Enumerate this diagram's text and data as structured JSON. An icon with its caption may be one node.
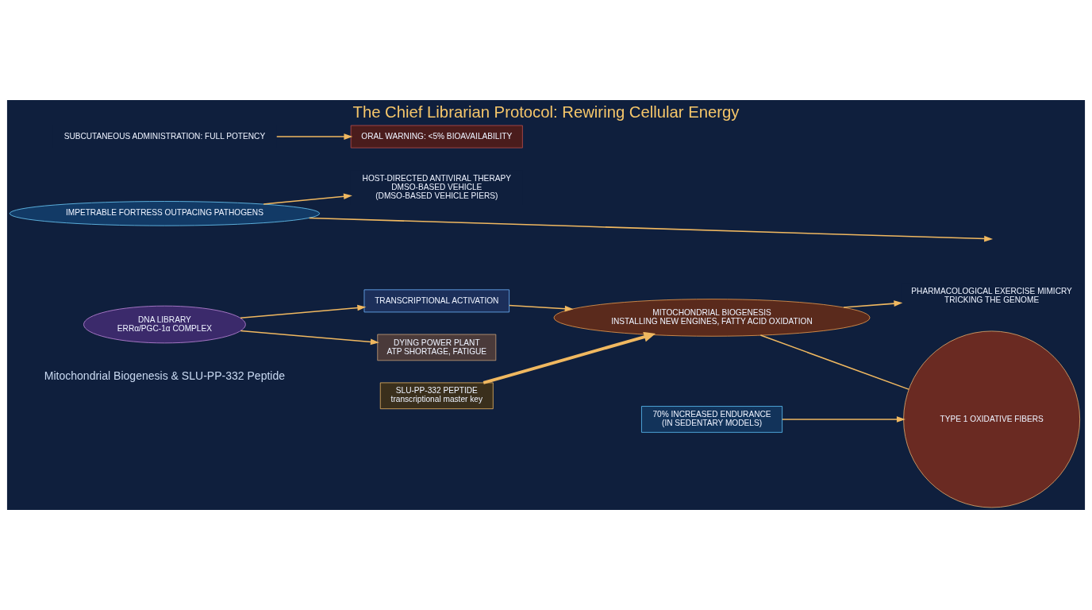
{
  "diagram": {
    "title": "The Chief Librarian Protocol: Rewiring Cellular Energy",
    "nodes": [
      {
        "text": [
          "DNA LIBRARY",
          "ERRα/PGC-1α COMPLEX"
        ]
      },
      {
        "text": [
          "TRANSCRIPTIONAL ACTIVATION"
        ]
      },
      {
        "text": [
          "DYING POWER PLANT",
          "ATP SHORTAGE, FATIGUE"
        ]
      },
      {
        "text": [
          "SLU-PP-332 PEPTIDE",
          "transcriptional master key"
        ]
      },
      {
        "text": [
          "MITOCHONDRIAL BIOGENESIS",
          "INSTALLING NEW ENGINES, FATTY ACID OXIDATION"
        ]
      },
      {
        "text": [
          "PHARMACOLOGICAL EXERCISE MIMICRY",
          "TRICKING THE GENOME"
        ]
      },
      {
        "text": [
          "TYPE 1 OXIDATIVE FIBERS"
        ]
      },
      {
        "text": [
          "70% INCREASED ENDURANCE",
          "(IN SEDENTARY MODELS)"
        ]
      },
      {
        "text": [
          "HOST-DIRECTED ANTIVIRAL THERAPY",
          "DMSO-BASED VEHICLE",
          "(DMSO-BASED VEHICLE PIERS)"
        ]
      },
      {
        "text": [
          "IMPETRABLE FORTRESS OUTPACING PATHOGENS"
        ]
      },
      {
        "text": [
          "ORAL WARNING: <5% BIOAVAILABILITY"
        ]
      },
      {
        "text": [
          "SUBCUTANEOUS ADMINISTRATION: FULL POTENCY"
        ]
      }
    ],
    "edges": [
      {
        "from": 0,
        "to": 1,
        "arrow": "to"
      },
      {
        "from": 0,
        "to": 2,
        "arrow": "to"
      },
      {
        "from": 1,
        "to": 4,
        "arrow": "to"
      },
      {
        "from": 3,
        "to": 4,
        "arrow": "to",
        "style": "thick"
      },
      {
        "from": 4,
        "to": 5,
        "arrow": "to"
      },
      {
        "from": 4,
        "to": 6,
        "arrow": "none"
      },
      {
        "from": 7,
        "to": 6,
        "arrow": "to"
      },
      {
        "from": 9,
        "to": 8,
        "arrow": "to"
      },
      {
        "from": 9,
        "to": null,
        "arrow": "to"
      },
      {
        "from": 11,
        "to": 10,
        "arrow": "to"
      }
    ],
    "labels": [
      "Mitochondrial Biogenesis & SLU-PP-332 Peptide"
    ]
  }
}
